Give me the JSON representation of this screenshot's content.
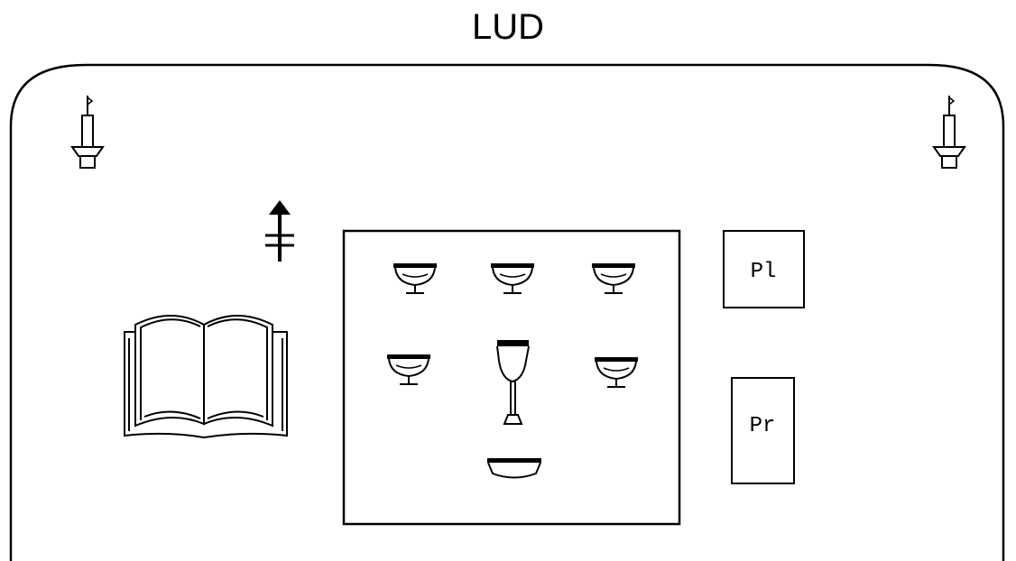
{
  "diagram": {
    "title": "LUD",
    "plate_label": "Pl",
    "pyx_label": "Pr",
    "icons": {
      "candle": "candle-icon",
      "cross": "patriarchal-cross-icon",
      "book": "open-book-icon",
      "cup": "cup-icon",
      "chalice": "chalice-icon",
      "bowl": "bowl-icon"
    },
    "colors": {
      "stroke": "#000000",
      "background": "#ffffff"
    }
  }
}
